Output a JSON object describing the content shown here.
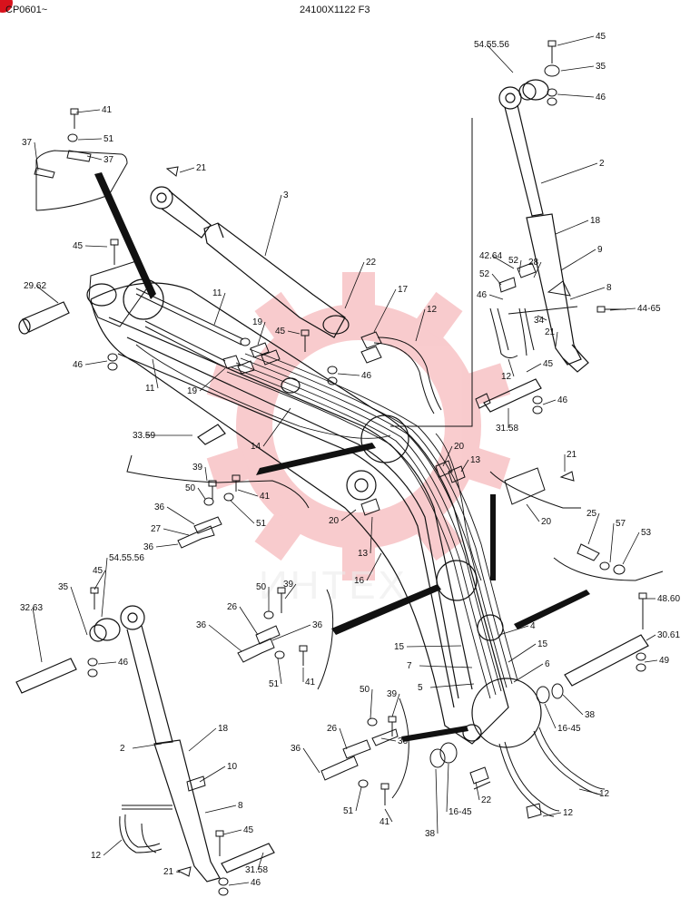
{
  "header": {
    "left_code": "CP0601~",
    "center_code": "24100X1122 F3"
  },
  "watermark": {
    "text": "ИНТЕХ",
    "color": "#e8474f"
  },
  "callouts": [
    {
      "id": "c1",
      "label": "54.55.56"
    },
    {
      "id": "c2",
      "label": "45"
    },
    {
      "id": "c3",
      "label": "35"
    },
    {
      "id": "c4",
      "label": "46"
    },
    {
      "id": "c5",
      "label": "2"
    },
    {
      "id": "c6",
      "label": "18"
    },
    {
      "id": "c7",
      "label": "9"
    },
    {
      "id": "c8",
      "label": "42.64"
    },
    {
      "id": "c9",
      "label": "52"
    },
    {
      "id": "c10",
      "label": "28"
    },
    {
      "id": "c11",
      "label": "52"
    },
    {
      "id": "c12",
      "label": "46"
    },
    {
      "id": "c13",
      "label": "8"
    },
    {
      "id": "c14",
      "label": "44-65"
    },
    {
      "id": "c15",
      "label": "34"
    },
    {
      "id": "c16",
      "label": "21"
    },
    {
      "id": "c17",
      "label": "45"
    },
    {
      "id": "c18",
      "label": "12"
    },
    {
      "id": "c19",
      "label": "46"
    },
    {
      "id": "c20",
      "label": "31.58"
    },
    {
      "id": "c21",
      "label": "41"
    },
    {
      "id": "c22",
      "label": "51"
    },
    {
      "id": "c23",
      "label": "37"
    },
    {
      "id": "c24",
      "label": "37"
    },
    {
      "id": "c25",
      "label": "21"
    },
    {
      "id": "c26",
      "label": "3"
    },
    {
      "id": "c27",
      "label": "45"
    },
    {
      "id": "c28",
      "label": "29.62"
    },
    {
      "id": "c29",
      "label": "11"
    },
    {
      "id": "c30",
      "label": "22"
    },
    {
      "id": "c31",
      "label": "17"
    },
    {
      "id": "c32",
      "label": "12"
    },
    {
      "id": "c33",
      "label": "19"
    },
    {
      "id": "c34",
      "label": "45"
    },
    {
      "id": "c35",
      "label": "46"
    },
    {
      "id": "c36",
      "label": "46"
    },
    {
      "id": "c37",
      "label": "11"
    },
    {
      "id": "c38",
      "label": "19"
    },
    {
      "id": "c39",
      "label": "33.59"
    },
    {
      "id": "c40",
      "label": "14"
    },
    {
      "id": "c41",
      "label": "20"
    },
    {
      "id": "c42",
      "label": "13"
    },
    {
      "id": "c43",
      "label": "21"
    },
    {
      "id": "c44",
      "label": "20"
    },
    {
      "id": "c45",
      "label": "39"
    },
    {
      "id": "c46",
      "label": "41"
    },
    {
      "id": "c47",
      "label": "50"
    },
    {
      "id": "c48",
      "label": "36"
    },
    {
      "id": "c49",
      "label": "51"
    },
    {
      "id": "c50",
      "label": "27"
    },
    {
      "id": "c51",
      "label": "36"
    },
    {
      "id": "c52",
      "label": "20"
    },
    {
      "id": "c53",
      "label": "13"
    },
    {
      "id": "c54",
      "label": "25"
    },
    {
      "id": "c55",
      "label": "57"
    },
    {
      "id": "c56",
      "label": "53"
    },
    {
      "id": "c57",
      "label": "54.55.56"
    },
    {
      "id": "c58",
      "label": "45"
    },
    {
      "id": "c59",
      "label": "35"
    },
    {
      "id": "c60",
      "label": "32.63"
    },
    {
      "id": "c61",
      "label": "46"
    },
    {
      "id": "c62",
      "label": "16"
    },
    {
      "id": "c63",
      "label": "50"
    },
    {
      "id": "c64",
      "label": "39"
    },
    {
      "id": "c65",
      "label": "26"
    },
    {
      "id": "c66",
      "label": "36"
    },
    {
      "id": "c67",
      "label": "36"
    },
    {
      "id": "c68",
      "label": "51"
    },
    {
      "id": "c69",
      "label": "41"
    },
    {
      "id": "c70",
      "label": "48.60"
    },
    {
      "id": "c71",
      "label": "30.61"
    },
    {
      "id": "c72",
      "label": "49"
    },
    {
      "id": "c73",
      "label": "4"
    },
    {
      "id": "c74",
      "label": "15"
    },
    {
      "id": "c75",
      "label": "15"
    },
    {
      "id": "c76",
      "label": "7"
    },
    {
      "id": "c77",
      "label": "6"
    },
    {
      "id": "c78",
      "label": "5"
    },
    {
      "id": "c79",
      "label": "38"
    },
    {
      "id": "c80",
      "label": "16-45"
    },
    {
      "id": "c81",
      "label": "2"
    },
    {
      "id": "c82",
      "label": "18"
    },
    {
      "id": "c83",
      "label": "10"
    },
    {
      "id": "c84",
      "label": "8"
    },
    {
      "id": "c85",
      "label": "50"
    },
    {
      "id": "c86",
      "label": "39"
    },
    {
      "id": "c87",
      "label": "26"
    },
    {
      "id": "c88",
      "label": "36"
    },
    {
      "id": "c89",
      "label": "36"
    },
    {
      "id": "c90",
      "label": "51"
    },
    {
      "id": "c91",
      "label": "41"
    },
    {
      "id": "c92",
      "label": "38"
    },
    {
      "id": "c93",
      "label": "16-45"
    },
    {
      "id": "c94",
      "label": "22"
    },
    {
      "id": "c95",
      "label": "12"
    },
    {
      "id": "c96",
      "label": "12"
    },
    {
      "id": "c97",
      "label": "12"
    },
    {
      "id": "c98",
      "label": "45"
    },
    {
      "id": "c99",
      "label": "31.58"
    },
    {
      "id": "c100",
      "label": "21"
    },
    {
      "id": "c101",
      "label": "46"
    }
  ]
}
